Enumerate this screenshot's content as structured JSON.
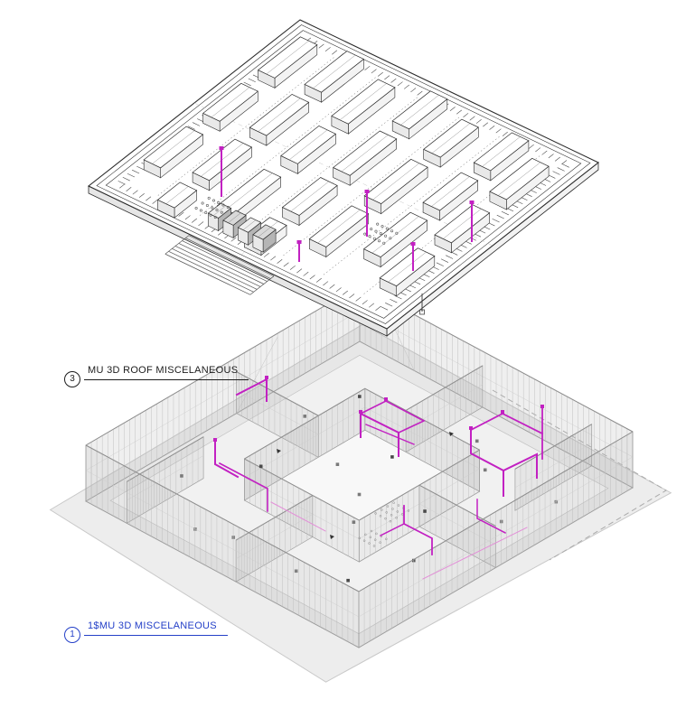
{
  "annotations": {
    "roof_view": {
      "bubble": "3",
      "label": "MU 3D ROOF MISCELANEOUS"
    },
    "model_view": {
      "bubble": "1",
      "label": "1$MU 3D MISCELANEOUS"
    }
  },
  "colors": {
    "linework": "#2b2b2b",
    "light_linework": "#9d9d9d",
    "magenta": "#c221c2",
    "pink": "#e38fd8",
    "ground": "#ededed",
    "callout_dark": "#1d1d1d",
    "callout_blue": "#2440c8"
  }
}
